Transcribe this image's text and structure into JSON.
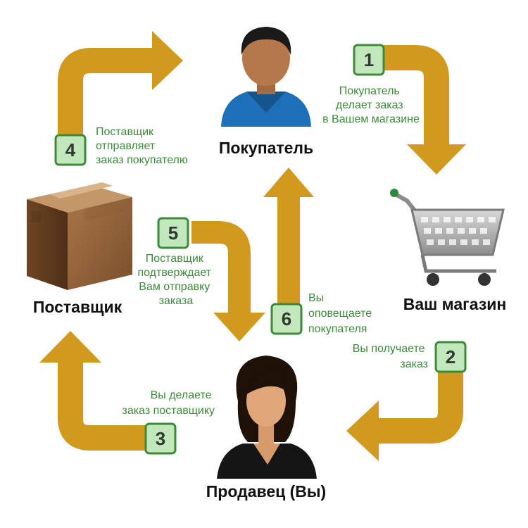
{
  "actors": {
    "buyer": "Покупатель",
    "store": "Ваш магазин",
    "supplier": "Поставщик",
    "seller": "Продавец (Вы)"
  },
  "steps": [
    {
      "number": "1",
      "lines": [
        "Покупатель",
        "делает заказ",
        "в Вашем магазине"
      ]
    },
    {
      "number": "2",
      "lines": [
        "Вы получаете",
        "заказ"
      ]
    },
    {
      "number": "3",
      "lines": [
        "Вы делаете",
        "заказ поставщику"
      ]
    },
    {
      "number": "4",
      "lines": [
        "Поставщик",
        "отправляет",
        "заказ покупателю"
      ]
    },
    {
      "number": "5",
      "lines": [
        "Поставщик",
        "подтверждает",
        "Вам отправку",
        "заказа"
      ]
    },
    {
      "number": "6",
      "lines": [
        "Вы",
        "оповещаете",
        "покупателя"
      ]
    }
  ],
  "colors": {
    "arrow": "#d19a1f",
    "badge_fill": "#c3e7bd",
    "badge_border": "#3d8a3a",
    "step_text": "#3c8a3a"
  },
  "icons": {
    "buyer": "man-icon",
    "store": "shopping-cart-icon",
    "supplier": "cardboard-box-icon",
    "seller": "woman-icon"
  }
}
